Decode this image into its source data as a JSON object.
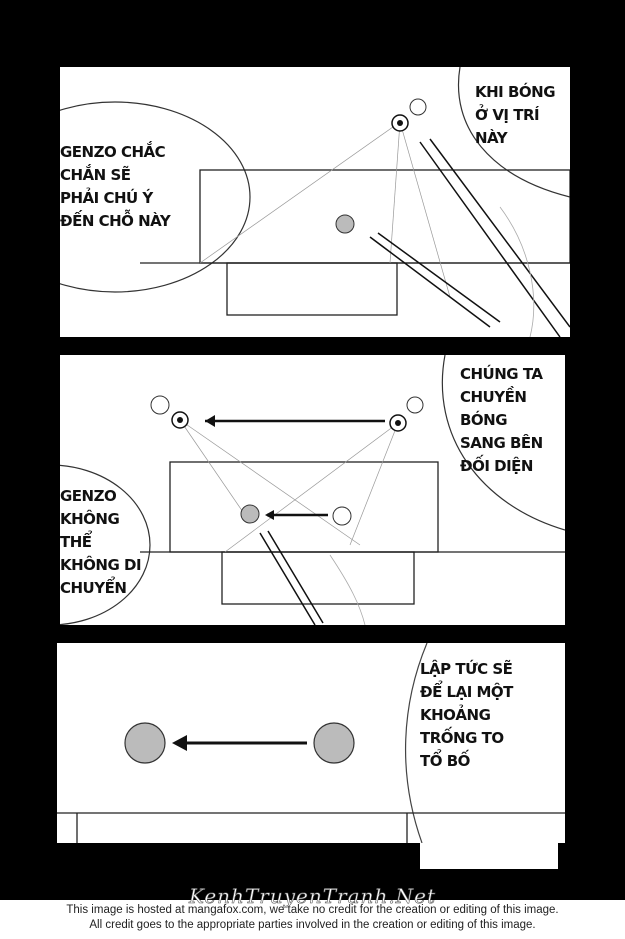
{
  "panels": [
    {
      "bubbles": [
        {
          "lines": [
            "GENZO CHẮC",
            "CHẮN SẼ",
            "PHẢI CHÚ Ý",
            "ĐẾN CHỖ NÀY"
          ]
        },
        {
          "lines": [
            "KHI BÓNG",
            "Ở VỊ TRÍ",
            "NÀY"
          ]
        }
      ]
    },
    {
      "bubbles": [
        {
          "lines": [
            "CHÚNG TA",
            "CHUYỀN",
            "BÓNG",
            "SANG BÊN",
            "ĐỐI DIỆN"
          ]
        },
        {
          "lines": [
            "GENZO",
            "KHÔNG",
            "THỂ",
            "KHÔNG DI",
            "CHUYỂN"
          ]
        }
      ]
    },
    {
      "bubbles": [
        {
          "lines": [
            "LẬP TỨC SẼ",
            "ĐỂ LẠI MỘT",
            "KHOẢNG",
            "TRỐNG TO",
            "TỔ BỐ"
          ]
        }
      ]
    }
  ],
  "watermark": "KenhTruyenTranh.Net",
  "footer": {
    "line1": "This image is hosted at mangafox.com, we take no credit for the creation or editing of this image.",
    "line2": "All credit goes to the appropriate parties involved in the creation or editing of this image."
  }
}
